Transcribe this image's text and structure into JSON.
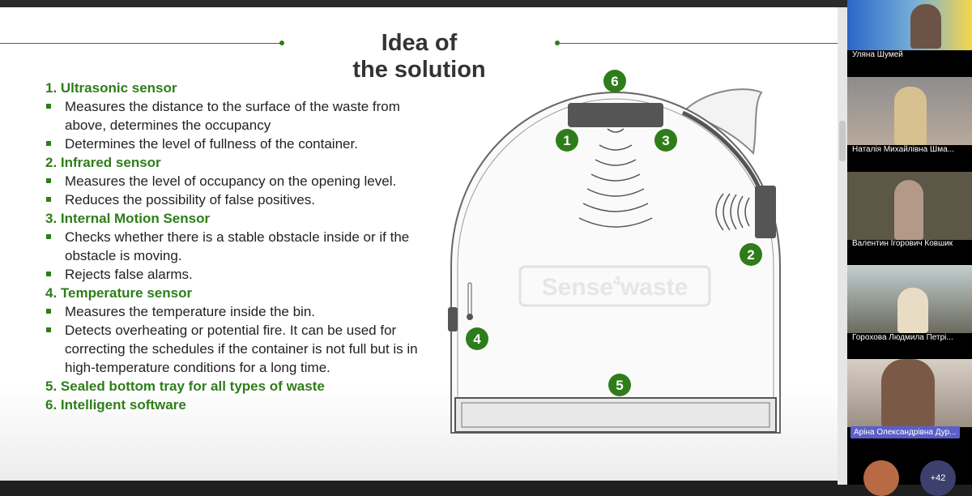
{
  "slide": {
    "title_line1": "Idea of",
    "title_line2": "the solution",
    "sections": [
      {
        "heading": "1. Ultrasonic sensor",
        "bullets": [
          "Measures the distance to the surface of the waste from above, determines the occupancy",
          "Determines the level of fullness of the container."
        ]
      },
      {
        "heading": "2. Infrared sensor",
        "bullets": [
          "Measures the level of occupancy on the opening level.",
          "Reduces the possibility of false positives."
        ]
      },
      {
        "heading": "3. Internal Motion Sensor",
        "bullets": [
          "Checks whether there is a stable obstacle inside or if the obstacle is moving.",
          "Rejects false alarms."
        ]
      },
      {
        "heading": "4. Temperature sensor",
        "bullets": [
          "Measures the temperature inside the bin.",
          "Detects overheating or potential fire. It can be used for correcting the schedules if the container is not full but is in high-temperature conditions for a long time."
        ]
      },
      {
        "heading": "5. Sealed bottom tray for all types of waste",
        "bullets": []
      },
      {
        "heading": "6. Intelligent software",
        "bullets": []
      }
    ],
    "diagram": {
      "logo": "Sense4waste",
      "markers": [
        "1",
        "2",
        "3",
        "4",
        "5",
        "6"
      ]
    },
    "accent": "#2e7d1a"
  },
  "participants": [
    {
      "name": "Уляна Шумей"
    },
    {
      "name": "Наталія Михайлівна Шма..."
    },
    {
      "name": "Валентин Ігорович Ковшик"
    },
    {
      "name": "Горохова Людмила Петрі..."
    },
    {
      "name": "Аріна Олександрівна Дур...",
      "speaking": true
    }
  ],
  "more_count": "+42"
}
